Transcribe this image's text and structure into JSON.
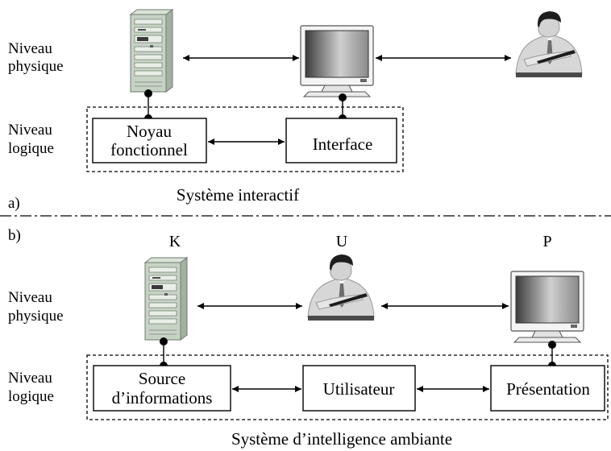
{
  "part_a": {
    "marker": "a)",
    "level_physical": [
      "Niveau",
      "physique"
    ],
    "level_logical": [
      "Niveau",
      "logique"
    ],
    "box_core": [
      "Noyau",
      "fonctionnel"
    ],
    "box_interface": "Interface",
    "caption": "Système interactif"
  },
  "part_b": {
    "marker": "b)",
    "letters": [
      "K",
      "U",
      "P"
    ],
    "level_physical": [
      "Niveau",
      "physique"
    ],
    "level_logical": [
      "Niveau",
      "logique"
    ],
    "box_source": [
      "Source",
      "d’informations"
    ],
    "box_user": "Utilisateur",
    "box_presentation": "Présentation",
    "caption": "Système d’intelligence ambiante"
  },
  "icons": [
    "computer-tower-icon",
    "monitor-icon",
    "person-user-icon"
  ]
}
